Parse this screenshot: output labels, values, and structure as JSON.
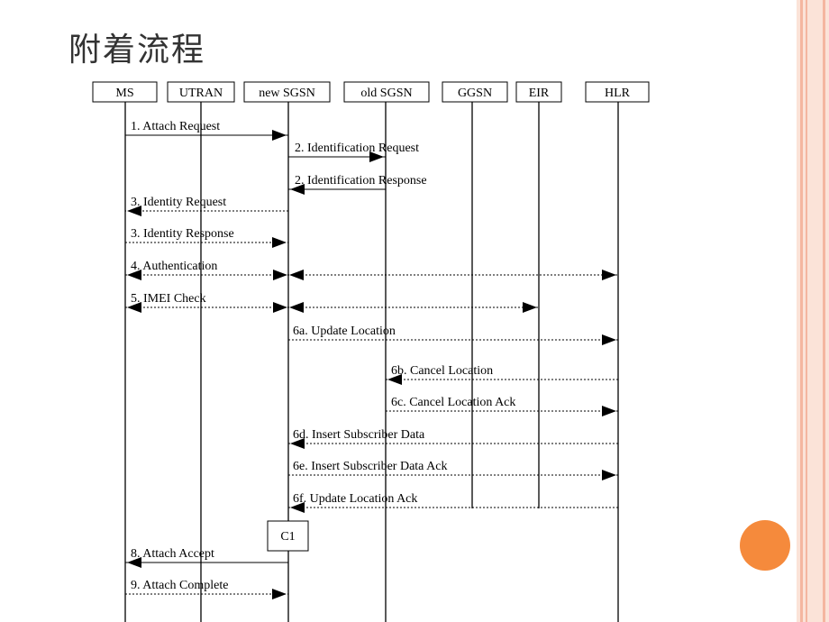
{
  "slide": {
    "title": "附着流程",
    "accent_color": "#f58a3c",
    "border_color": "#f4b6a0"
  },
  "diagram": {
    "entities": [
      "MS",
      "UTRAN",
      "new SGSN",
      "old SGSN",
      "GGSN",
      "EIR",
      "HLR"
    ],
    "messages": [
      {
        "label": "1. Attach Request",
        "from": "MS",
        "to": "new SGSN",
        "style": "solid"
      },
      {
        "label": "2. Identification Request",
        "from": "new SGSN",
        "to": "old SGSN",
        "style": "solid"
      },
      {
        "label": "2. Identification Response",
        "from": "old SGSN",
        "to": "new SGSN",
        "style": "solid"
      },
      {
        "label": "3. Identity Request",
        "from": "new SGSN",
        "to": "MS",
        "style": "dotted"
      },
      {
        "label": "3. Identity Response",
        "from": "MS",
        "to": "new SGSN",
        "style": "dotted"
      },
      {
        "label": "4. Authentication",
        "from": "MS",
        "to": "HLR",
        "style": "dotted-both"
      },
      {
        "label": "5. IMEI Check",
        "from": "MS",
        "to": "EIR",
        "style": "dotted-both"
      },
      {
        "label": "6a. Update Location",
        "from": "new SGSN",
        "to": "HLR",
        "style": "dotted"
      },
      {
        "label": "6b. Cancel Location",
        "from": "HLR",
        "to": "old SGSN",
        "style": "dotted"
      },
      {
        "label": "6c. Cancel Location Ack",
        "from": "old SGSN",
        "to": "HLR",
        "style": "dotted"
      },
      {
        "label": "6d. Insert Subscriber Data",
        "from": "HLR",
        "to": "new SGSN",
        "style": "dotted"
      },
      {
        "label": "6e. Insert Subscriber Data Ack",
        "from": "new SGSN",
        "to": "HLR",
        "style": "dotted"
      },
      {
        "label": "6f. Update Location Ack",
        "from": "HLR",
        "to": "new SGSN",
        "style": "dotted"
      },
      {
        "label": "8. Attach Accept",
        "from": "new SGSN",
        "to": "MS",
        "style": "solid"
      },
      {
        "label": "9. Attach Complete",
        "from": "MS",
        "to": "new SGSN",
        "style": "dotted"
      }
    ],
    "box_label": "C1"
  }
}
